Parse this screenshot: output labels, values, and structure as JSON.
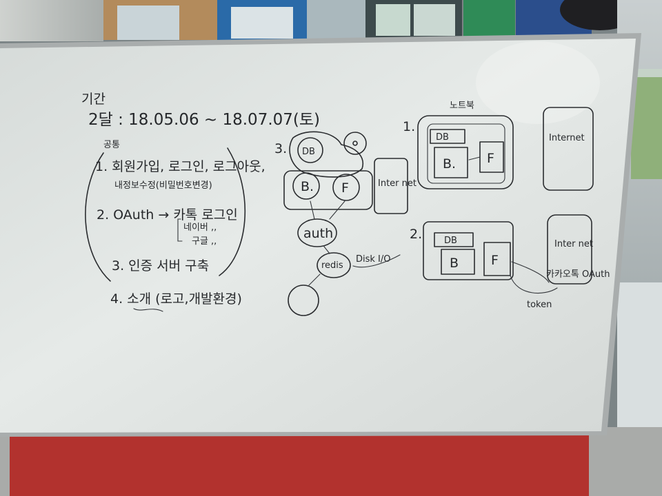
{
  "board": {
    "title_line1": "기간",
    "title_line2": "2달 : 18.05.06 ~ 18.07.07(토)",
    "section_label": "공통",
    "items": [
      "1. 회원가입, 로그인, 로그아웃,",
      "내정보수정(비밀번호변경)",
      "2. OAuth → 카톡 로그인",
      "네이버 ,,",
      "구글 ,,",
      "3. 인증 서버 구축",
      "4. 소개 (로고,개발환경)"
    ],
    "diagram3": {
      "number": "3.",
      "node_db": "DB",
      "node_b": "B.",
      "node_f": "F",
      "node_auth": "auth",
      "node_redis": "redis",
      "disk_note": "Disk I/O",
      "internet": "Inter net"
    },
    "diagram1": {
      "number": "1.",
      "label": "노트북",
      "node_db": "DB",
      "node_b": "B.",
      "node_f": "F",
      "internet": "Internet"
    },
    "diagram2": {
      "number": "2.",
      "node_db": "DB",
      "node_b": "B",
      "node_f": "F",
      "internet": "Inter net",
      "oauth_note": "카카오톡 OAuth",
      "token_note": "token"
    }
  },
  "colors": {
    "board": "#dfe3e1",
    "frame": "#b9bcbc",
    "ink": "#26282b",
    "counter_red": "#b2322e"
  }
}
